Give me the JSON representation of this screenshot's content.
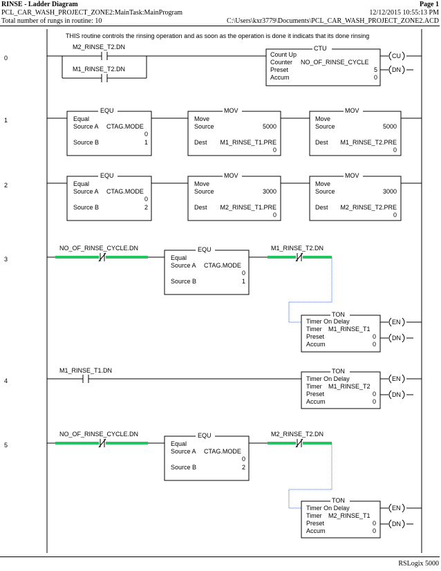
{
  "header": {
    "title": "RINSE - Ladder Diagram",
    "page": "Page 1",
    "program_path": "PCL_CAR_WASH_PROJECT_ZONE2:MainTask:MainProgram",
    "datetime": "12/12/2015 10:55:13 PM",
    "rung_count": "Total number of rungs in routine: 10",
    "file_path": "C:\\Users\\kxr3779\\Documents\\PCL_CAR_WASH_PROJECT_ZONE2.ACD"
  },
  "footer": {
    "brand": "RSLogix 5000"
  },
  "comment": "THIS routine controls the rinsing operation and as soon as the operation is done it indicats that its done rinsing",
  "rungs": [
    {
      "number": "0",
      "contacts": [
        {
          "tag": "M2_RINSE_T2.DN",
          "type": "XIC"
        },
        {
          "tag": "M1_RINSE_T2.DN",
          "type": "XIC"
        }
      ],
      "ctu": {
        "mnemonic": "CTU",
        "title": "Count Up",
        "counter_label": "Counter",
        "counter": "NO_OF_RINSE_CYCLE",
        "preset_label": "Preset",
        "preset": "5",
        "accum_label": "Accum",
        "accum": "0",
        "out1": "CU",
        "out2": "DN"
      }
    },
    {
      "number": "1",
      "equ": {
        "mnemonic": "EQU",
        "title": "Equal",
        "srcA_label": "Source A",
        "srcA": "CTAG.MODE",
        "srcA_val": "0",
        "srcB_label": "Source B",
        "srcB": "1"
      },
      "movs": [
        {
          "mnemonic": "MOV",
          "title": "Move",
          "source_label": "Source",
          "source": "5000",
          "dest_label": "Dest",
          "dest": "M1_RINSE_T1.PRE",
          "dest_val": "0"
        },
        {
          "mnemonic": "MOV",
          "title": "Move",
          "source_label": "Source",
          "source": "5000",
          "dest_label": "Dest",
          "dest": "M1_RINSE_T2.PRE",
          "dest_val": "0"
        }
      ]
    },
    {
      "number": "2",
      "equ": {
        "mnemonic": "EQU",
        "title": "Equal",
        "srcA_label": "Source A",
        "srcA": "CTAG.MODE",
        "srcA_val": "0",
        "srcB_label": "Source B",
        "srcB": "2"
      },
      "movs": [
        {
          "mnemonic": "MOV",
          "title": "Move",
          "source_label": "Source",
          "source": "3000",
          "dest_label": "Dest",
          "dest": "M2_RINSE_T1.PRE",
          "dest_val": "0"
        },
        {
          "mnemonic": "MOV",
          "title": "Move",
          "source_label": "Source",
          "source": "3000",
          "dest_label": "Dest",
          "dest": "M2_RINSE_T2.PRE",
          "dest_val": "0"
        }
      ]
    },
    {
      "number": "3",
      "contact1": {
        "tag": "NO_OF_RINSE_CYCLE.DN",
        "type": "XIO"
      },
      "equ": {
        "mnemonic": "EQU",
        "title": "Equal",
        "srcA_label": "Source A",
        "srcA": "CTAG.MODE",
        "srcA_val": "0",
        "srcB_label": "Source B",
        "srcB": "1"
      },
      "contact2": {
        "tag": "M1_RINSE_T2.DN",
        "type": "XIO"
      },
      "ton": {
        "mnemonic": "TON",
        "title": "Timer On Delay",
        "timer_label": "Timer",
        "timer": "M1_RINSE_T1",
        "preset_label": "Preset",
        "preset": "0",
        "accum_label": "Accum",
        "accum": "0",
        "out1": "EN",
        "out2": "DN"
      }
    },
    {
      "number": "4",
      "contact1": {
        "tag": "M1_RINSE_T1.DN",
        "type": "XIC"
      },
      "ton": {
        "mnemonic": "TON",
        "title": "Timer On Delay",
        "timer_label": "Timer",
        "timer": "M1_RINSE_T2",
        "preset_label": "Preset",
        "preset": "0",
        "accum_label": "Accum",
        "accum": "0",
        "out1": "EN",
        "out2": "DN"
      }
    },
    {
      "number": "5",
      "contact1": {
        "tag": "NO_OF_RINSE_CYCLE.DN",
        "type": "XIO"
      },
      "equ": {
        "mnemonic": "EQU",
        "title": "Equal",
        "srcA_label": "Source A",
        "srcA": "CTAG.MODE",
        "srcA_val": "0",
        "srcB_label": "Source B",
        "srcB": "2"
      },
      "contact2": {
        "tag": "M2_RINSE_T2.DN",
        "type": "XIO"
      },
      "ton": {
        "mnemonic": "TON",
        "title": "Timer On Delay",
        "timer_label": "Timer",
        "timer": "M2_RINSE_T1",
        "preset_label": "Preset",
        "preset": "0",
        "accum_label": "Accum",
        "accum": "0",
        "out1": "EN",
        "out2": "DN"
      }
    }
  ],
  "colors": {
    "energized": "#22c55e",
    "rail": "#000000"
  }
}
